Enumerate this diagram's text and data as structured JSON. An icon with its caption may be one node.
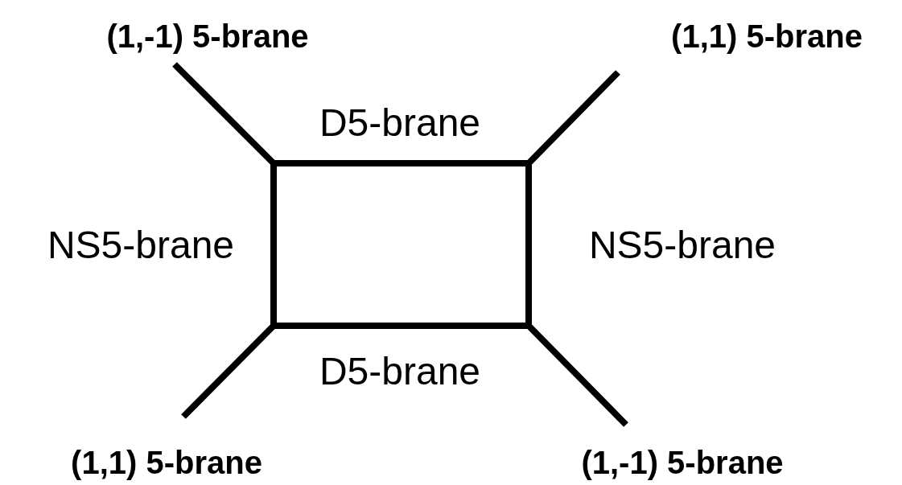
{
  "diagram": {
    "labels": [
      "(1,-1) 5-brane",
      "(1,1) 5-brane",
      "D5-brane",
      "NS5-brane",
      "NS5-brane",
      "D5-brane",
      "(1,1) 5-brane",
      "(1,-1) 5-brane"
    ]
  }
}
